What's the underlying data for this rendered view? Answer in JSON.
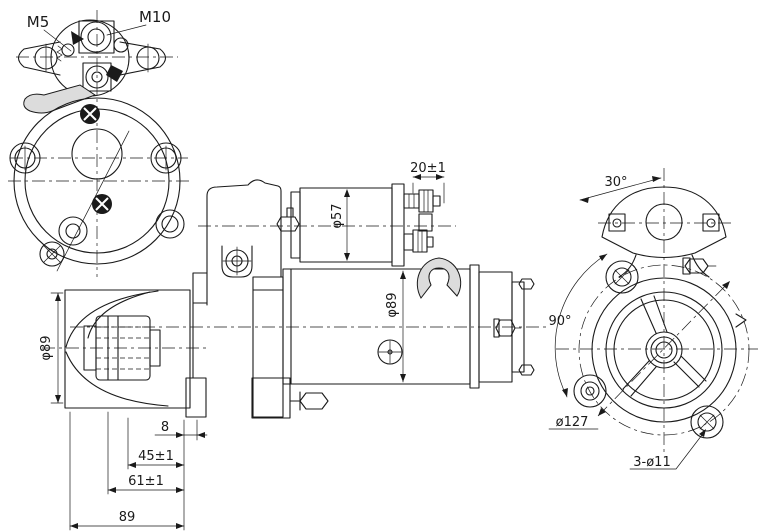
{
  "colors": {
    "background": "#ffffff",
    "ink": "#1a1a1a",
    "shade_fill": "#dcdcdc"
  },
  "front_view": {
    "thread_small": "M5",
    "thread_large": "M10"
  },
  "side_view": {
    "terminal_spacing": "20±1",
    "solenoid_dia": "φ57",
    "yoke_dia": "φ89",
    "nose_dia": "φ89",
    "pinion_gap": "8",
    "len_45": "45±1",
    "len_61": "61±1",
    "len_89": "89"
  },
  "rear_view": {
    "flange_angle": "30°",
    "hole_angle": "90°",
    "bolt_circle_dia": "ø127",
    "mount_holes": "3-ø11"
  }
}
